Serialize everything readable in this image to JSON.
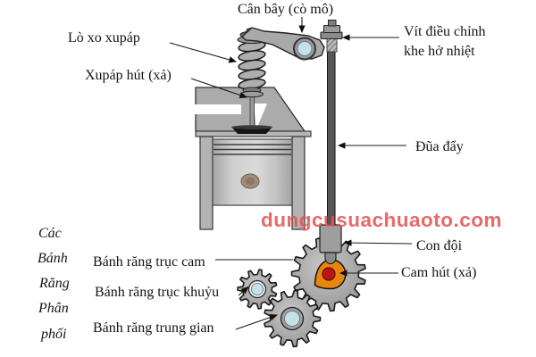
{
  "diagram": {
    "labels": {
      "rocker_arm": "Cân bây (cò mô)",
      "valve_spring": "Lò xo xupáp",
      "intake_valve": "Xupáp hút (xả)",
      "adjusting_screw": "Vít điều chỉnh\nkhe hở nhiệt",
      "pushrod": "Đũa đẩy",
      "tappet": "Con đội",
      "cam": "Cam hút (xả)",
      "camshaft_gear": "Bánh răng trục cam",
      "crankshaft_gear": "Bánh răng trục khuỷu",
      "idler_gear": "Bánh răng trung gian",
      "gear_group_words": [
        "Các",
        "Bánh",
        "Răng",
        "Phân",
        "phối"
      ]
    },
    "watermark": "dungcusuachuaoto.com",
    "colors": {
      "watermark_red": "#e65555",
      "cam_orange": "#e8860f",
      "cam_center_red": "#c01212",
      "hub_blue": "#c3e2e8",
      "metal_gray": "#a9a9a9"
    }
  }
}
